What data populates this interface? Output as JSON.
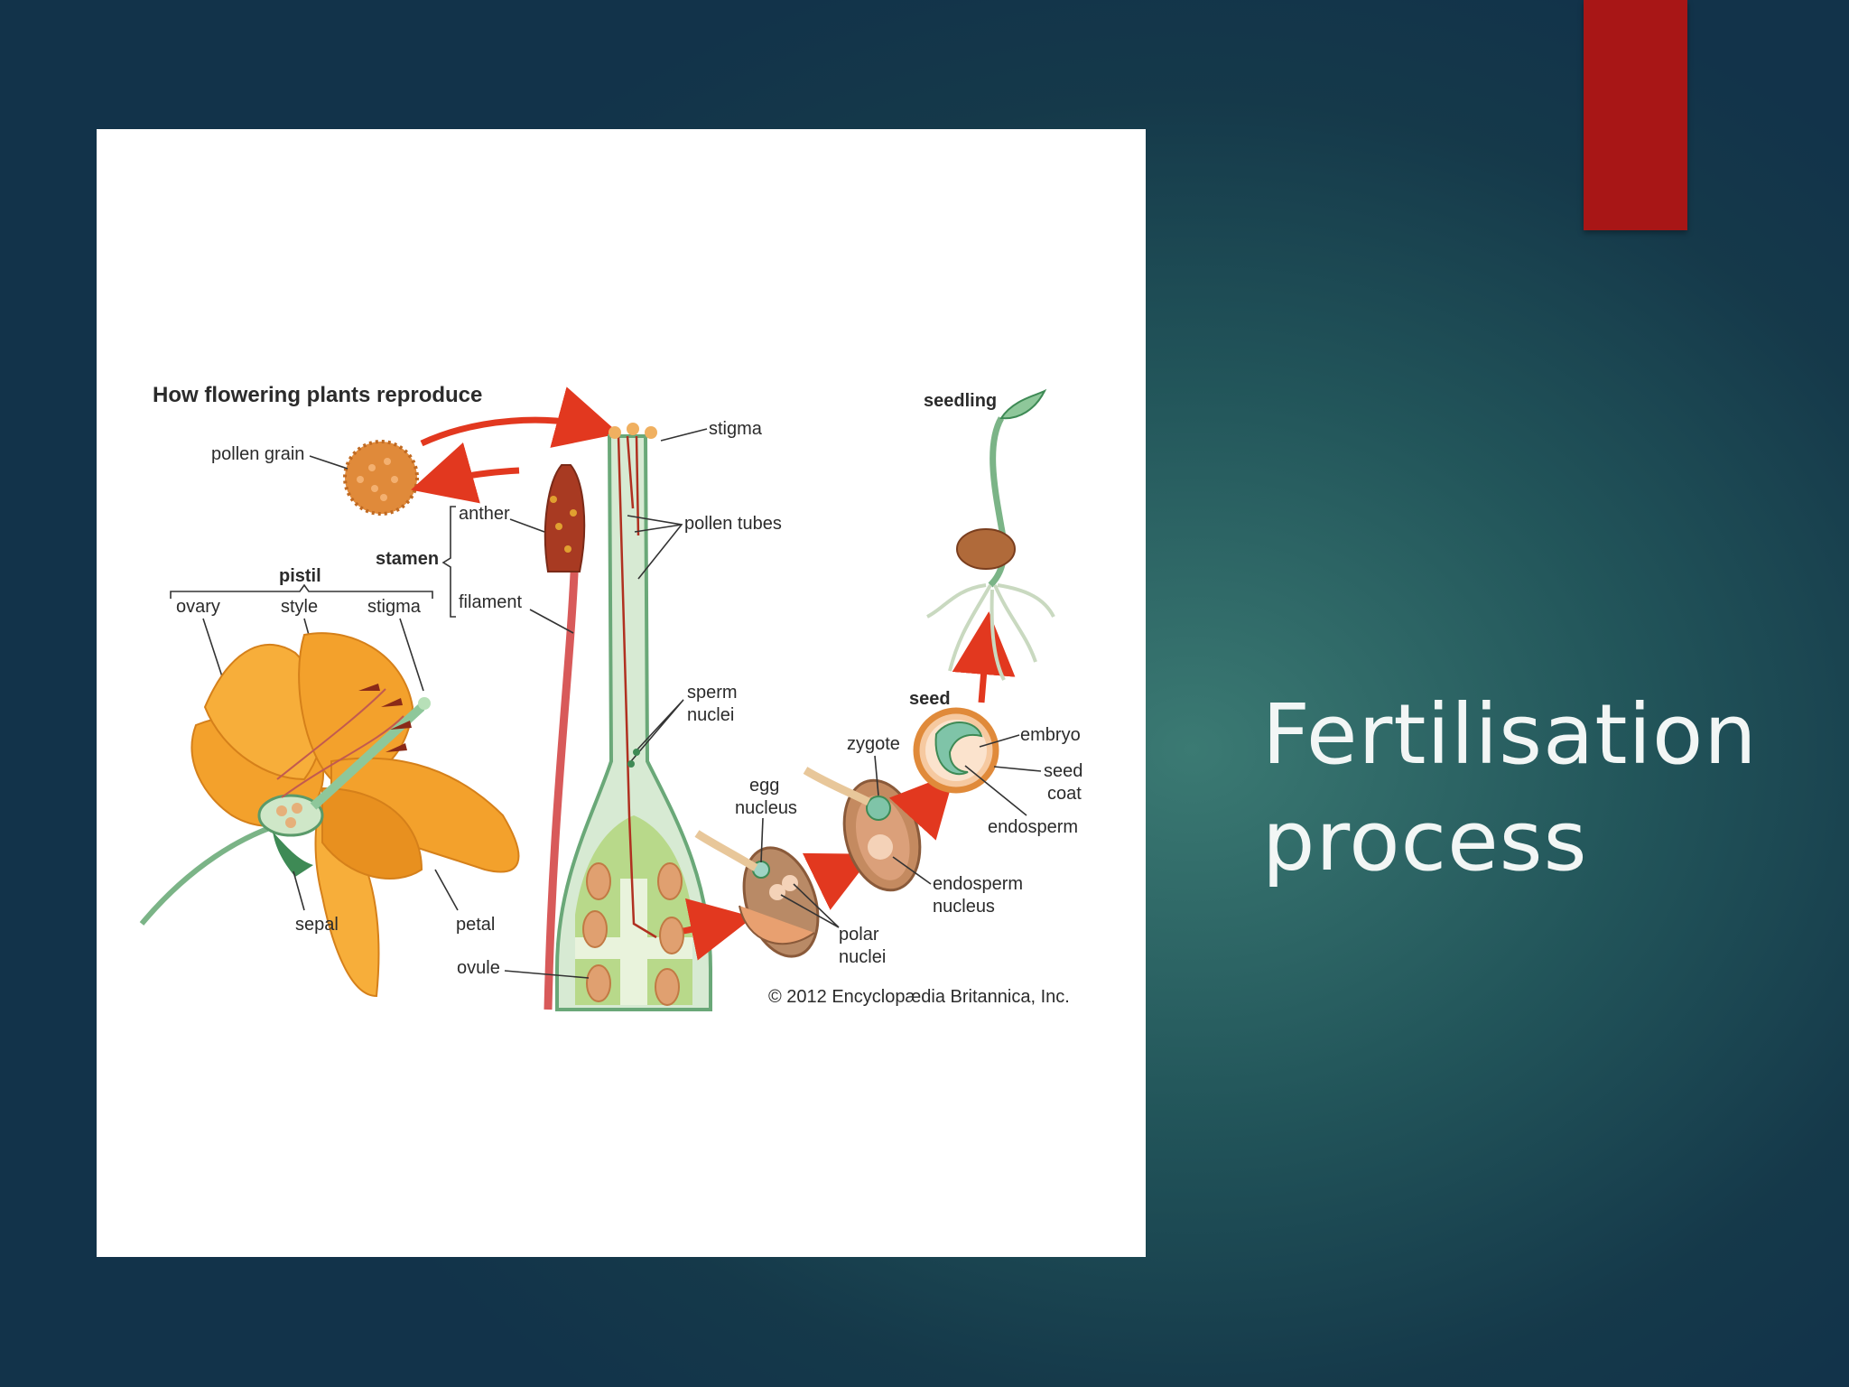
{
  "slide": {
    "title_line1": "Fertilisation",
    "title_line2": "process",
    "accent_color": "#a81616"
  },
  "diagram": {
    "title": "How flowering plants reproduce",
    "labels": {
      "pollen_grain": "pollen grain",
      "stigma_top": "stigma",
      "pollen_tubes": "pollen tubes",
      "anther": "anther",
      "stamen": "stamen",
      "filament": "filament",
      "pistil": "pistil",
      "ovary": "ovary",
      "style": "style",
      "stigma": "stigma",
      "sperm_nuclei_1": "sperm",
      "sperm_nuclei_2": "nuclei",
      "seedling": "seedling",
      "seed": "seed",
      "embryo": "embryo",
      "seed_coat_1": "seed",
      "seed_coat_2": "coat",
      "zygote": "zygote",
      "egg_nucleus_1": "egg",
      "egg_nucleus_2": "nucleus",
      "endosperm": "endosperm",
      "endosperm_nucleus_1": "endosperm",
      "endosperm_nucleus_2": "nucleus",
      "polar_nuclei_1": "polar",
      "polar_nuclei_2": "nuclei",
      "sepal": "sepal",
      "petal": "petal",
      "ovule": "ovule"
    },
    "copyright": "© 2012 Encyclopædia Britannica, Inc."
  }
}
